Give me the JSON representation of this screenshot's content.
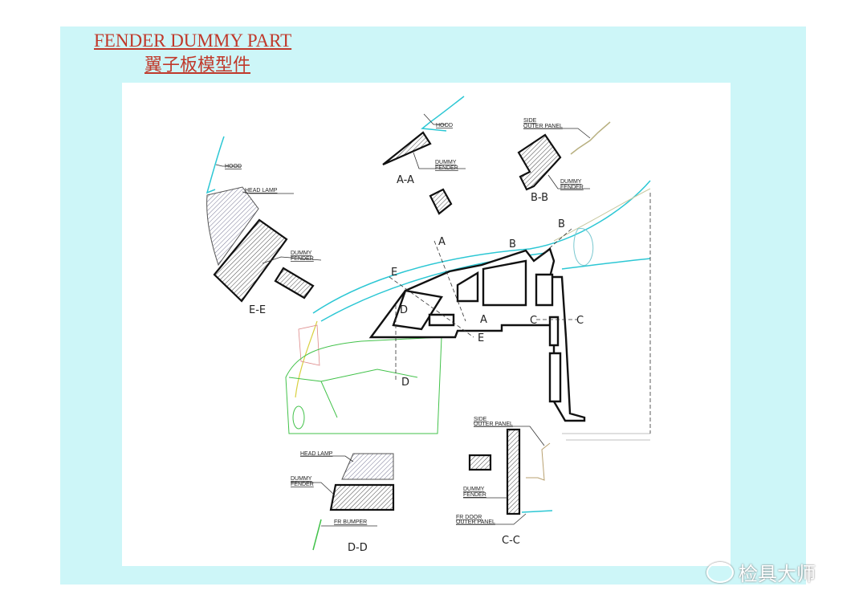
{
  "title": "FENDER DUMMY PART",
  "subtitle": "翼子板模型件",
  "watermark": "检具大师",
  "sections": {
    "ee": {
      "name": "E-E",
      "labels": {
        "hood": "HOOD",
        "head_lamp": "HEAD LAMP",
        "dummy1": "DUMMY",
        "dummy2": "FENDER"
      }
    },
    "aa": {
      "name": "A-A",
      "labels": {
        "hood": "HOOD",
        "dummy1": "DUMMY",
        "dummy2": "FENDER"
      }
    },
    "bb": {
      "name": "B-B",
      "labels": {
        "side1": "SIDE",
        "side2": "OUTER PANEL",
        "dummy1": "DUMMY",
        "dummy2": "FENDER"
      }
    },
    "dd": {
      "name": "D-D",
      "labels": {
        "head_lamp": "HEAD LAMP",
        "dummy1": "DUMMY",
        "dummy2": "FENDER",
        "bumper": "FR BUMPER"
      }
    },
    "cc": {
      "name": "C-C",
      "labels": {
        "side1": "SIDE",
        "side2": "OUTER PANEL",
        "dummy1": "DUMMY",
        "dummy2": "FENDER",
        "door1": "FR DOOR",
        "door2": "OUTER PANEL"
      }
    }
  },
  "cut_marks": {
    "a": "A",
    "b": "B",
    "c": "C",
    "d": "D",
    "e": "E"
  }
}
